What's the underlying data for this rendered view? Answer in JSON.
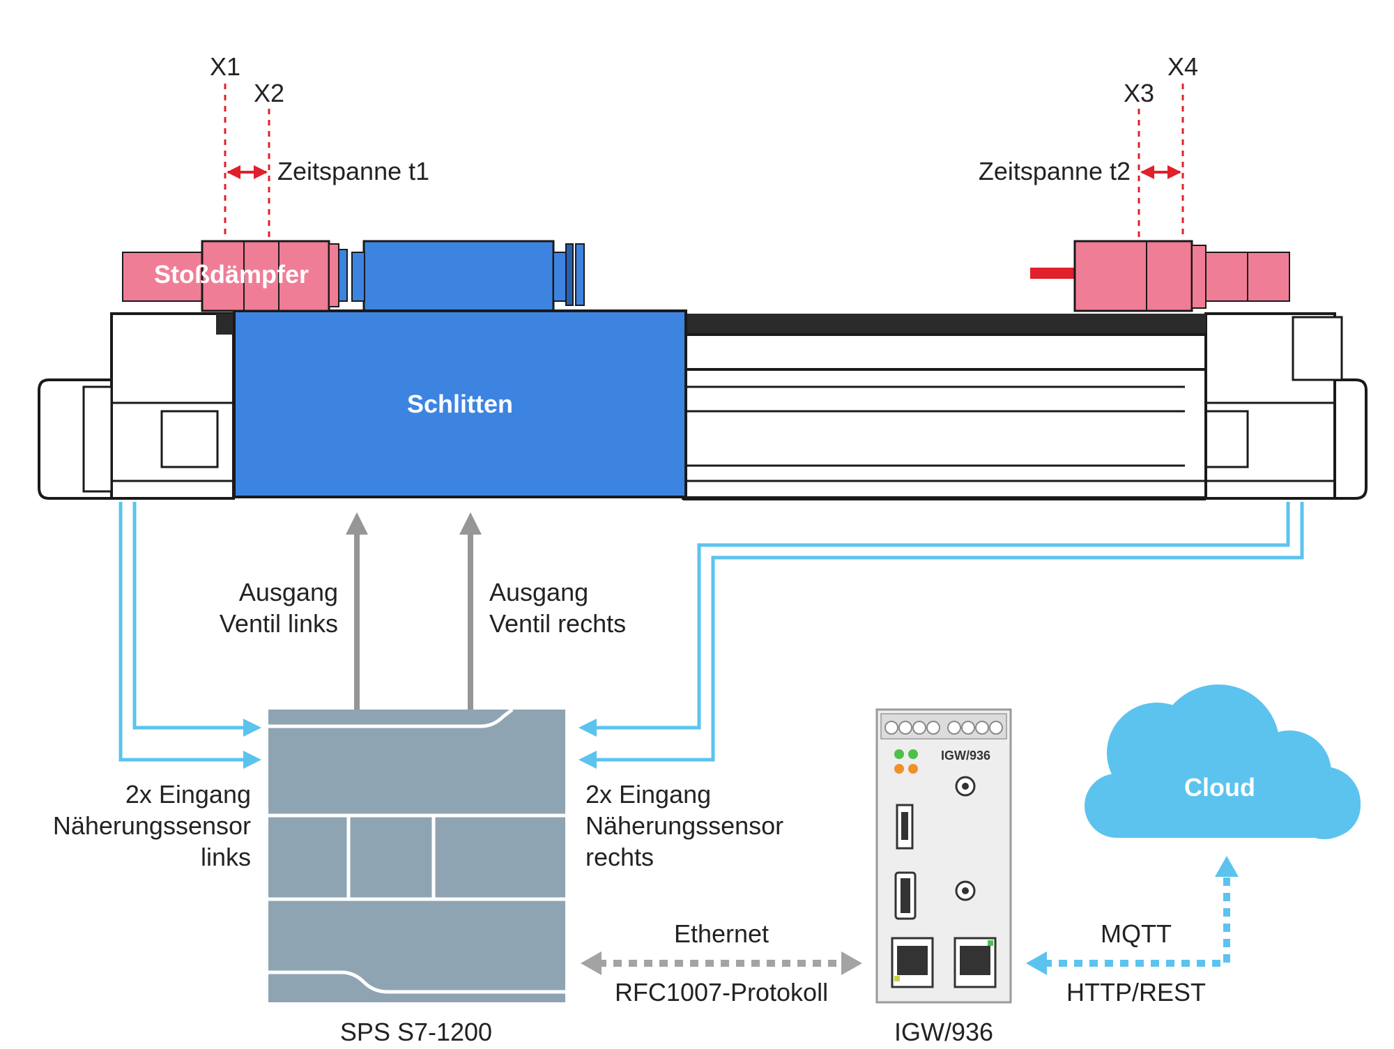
{
  "markers": {
    "x1": "X1",
    "x2": "X2",
    "x3": "X3",
    "x4": "X4"
  },
  "timespans": {
    "t1": "Zeitspanne t1",
    "t2": "Zeitspanne t2"
  },
  "shock_absorber_label": "Stoßdämpfer",
  "carriage_label": "Schlitten",
  "output_left": {
    "line1": "Ausgang",
    "line2": "Ventil links"
  },
  "output_right": {
    "line1": "Ausgang",
    "line2": "Ventil rechts"
  },
  "input_left": {
    "line1": "2x Eingang",
    "line2": "Näherungssensor",
    "line3": "links"
  },
  "input_right": {
    "line1": "2x Eingang",
    "line2": "Näherungssensor",
    "line3": "rechts"
  },
  "plc_label": "SPS S7-1200",
  "gateway": {
    "label": "IGW/936",
    "device_text": "IGW/936"
  },
  "ethernet": {
    "line1": "Ethernet",
    "line2": "RFC1007-Protokoll"
  },
  "mqtt": {
    "line1": "MQTT",
    "line2": "HTTP/REST"
  },
  "cloud_label": "Cloud",
  "colors": {
    "carriage": "#3d84e0",
    "shock_absorber": "#f07d96",
    "sensor_line": "#5cc3ee",
    "valve_arrow": "#969696",
    "plc": "#8fa4b3",
    "cloud": "#5cc3ee",
    "marker": "#e0202a"
  }
}
